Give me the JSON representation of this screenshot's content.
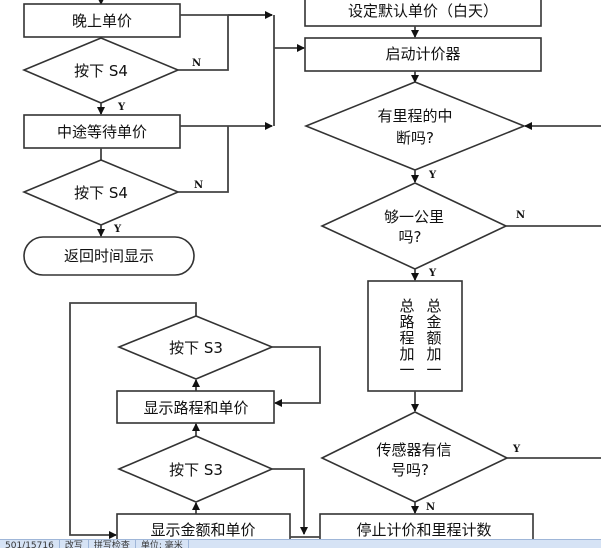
{
  "flowchart": {
    "left_column": {
      "night_price": "晚上单价",
      "press_s4_1": "按下 S4",
      "waiting_price": "中途等待单价",
      "press_s4_2": "按下 S4",
      "return_time": "返回时间显示"
    },
    "right_column": {
      "set_default_price": "设定默认单价（白天）",
      "start_meter": "启动计价器",
      "mileage_interrupt_line1": "有里程的中",
      "mileage_interrupt_line2": "断吗?",
      "one_km_line1": "够一公里",
      "one_km_line2": "吗?",
      "total_amount_col": "总金额加一",
      "total_distance_col": "总路程加一",
      "sensor_line1": "传感器有信",
      "sensor_line2": "号吗?",
      "stop_counting": "停止计价和里程计数"
    },
    "bottom_left": {
      "press_s3_1": "按下 S3",
      "show_distance_price": "显示路程和单价",
      "press_s3_2": "按下 S3",
      "show_amount_price": "显示金额和单价"
    },
    "edge_labels": {
      "yes": "Y",
      "no": "N"
    }
  },
  "statusbar": {
    "items": [
      "501/15716",
      "改写",
      "拼写检查",
      "单位: 毫米"
    ]
  }
}
